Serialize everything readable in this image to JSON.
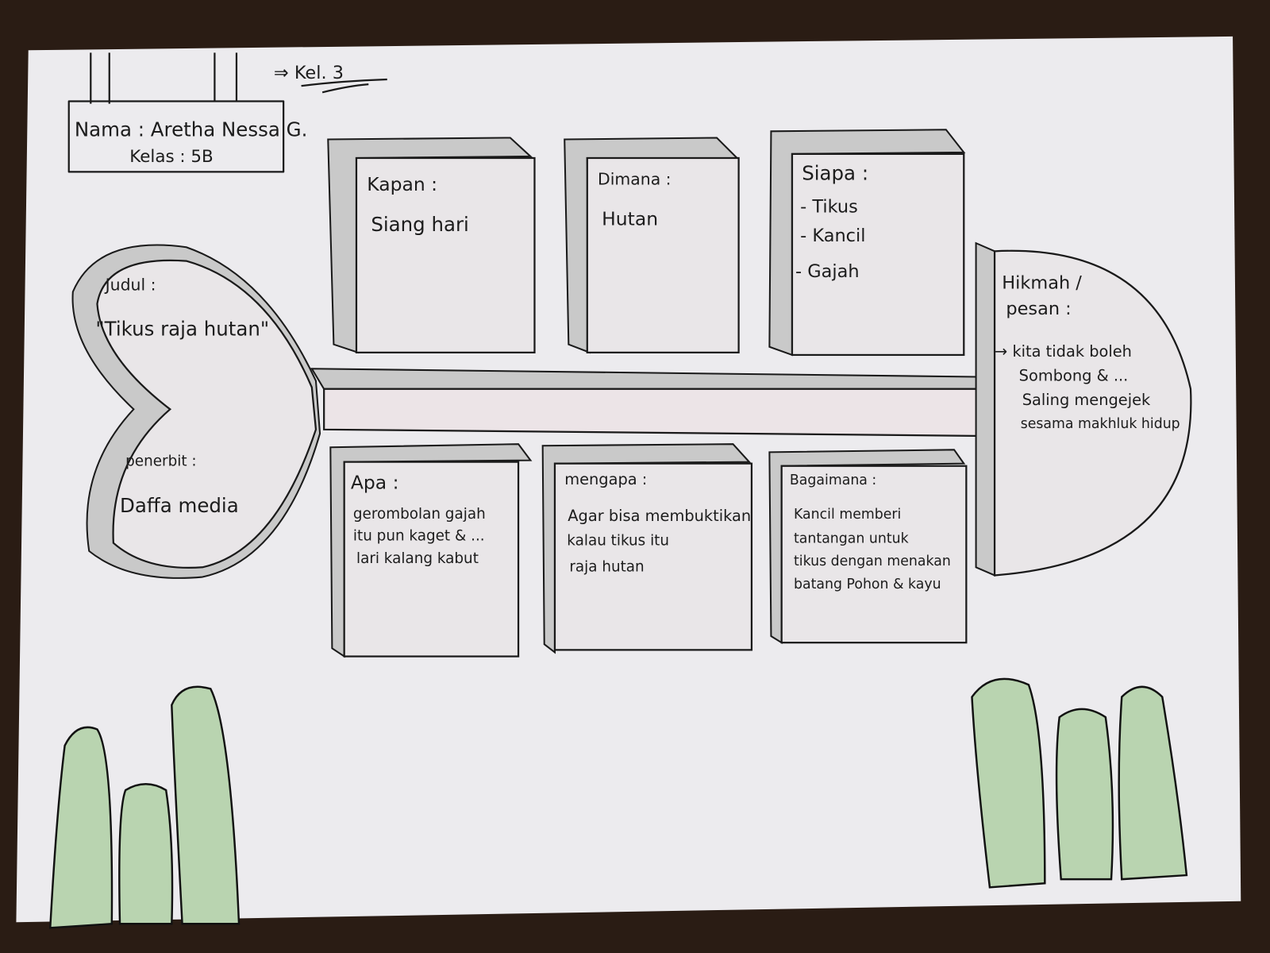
{
  "group_label": "⇒ Kel. 3",
  "identity": {
    "name": "Nama : Aretha Nessa G.",
    "class": "Kelas : 5B"
  },
  "head": {
    "label_line1": "Hikmah /",
    "label_line2": "pesan :",
    "lines": [
      "→ kita tidak boleh",
      "Sombong & ...",
      "Saling mengejek",
      "sesama makhluk hidup"
    ]
  },
  "tail": {
    "title_label": "Judul :",
    "title_value": "\"Tikus raja hutan\"",
    "publisher_label": "penerbit :",
    "publisher_value": "Daffa media"
  },
  "top_boxes": [
    {
      "label": "Kapan :",
      "lines": [
        "Siang hari"
      ]
    },
    {
      "label": "Dimana :",
      "lines": [
        "Hutan"
      ]
    },
    {
      "label": "Siapa :",
      "lines": [
        "- Tikus",
        "- Kancil",
        "- Gajah"
      ]
    }
  ],
  "bottom_boxes": [
    {
      "label": "Apa :",
      "lines": [
        "gerombolan gajah",
        "itu pun kaget & ...",
        "lari kalang kabut"
      ]
    },
    {
      "label": "mengapa :",
      "lines": [
        "Agar bisa membuktikan",
        "kalau tikus itu",
        "raja hutan"
      ]
    },
    {
      "label": "Bagaimana :",
      "lines": [
        "Kancil memberi",
        "tantangan untuk",
        "tikus dengan menakan",
        "batang Pohon & kayu"
      ]
    }
  ],
  "colors": {
    "paper": "#ecebee",
    "background": "#2a1c14",
    "pink": "#f1d3da",
    "green": "#b9d4b0"
  }
}
